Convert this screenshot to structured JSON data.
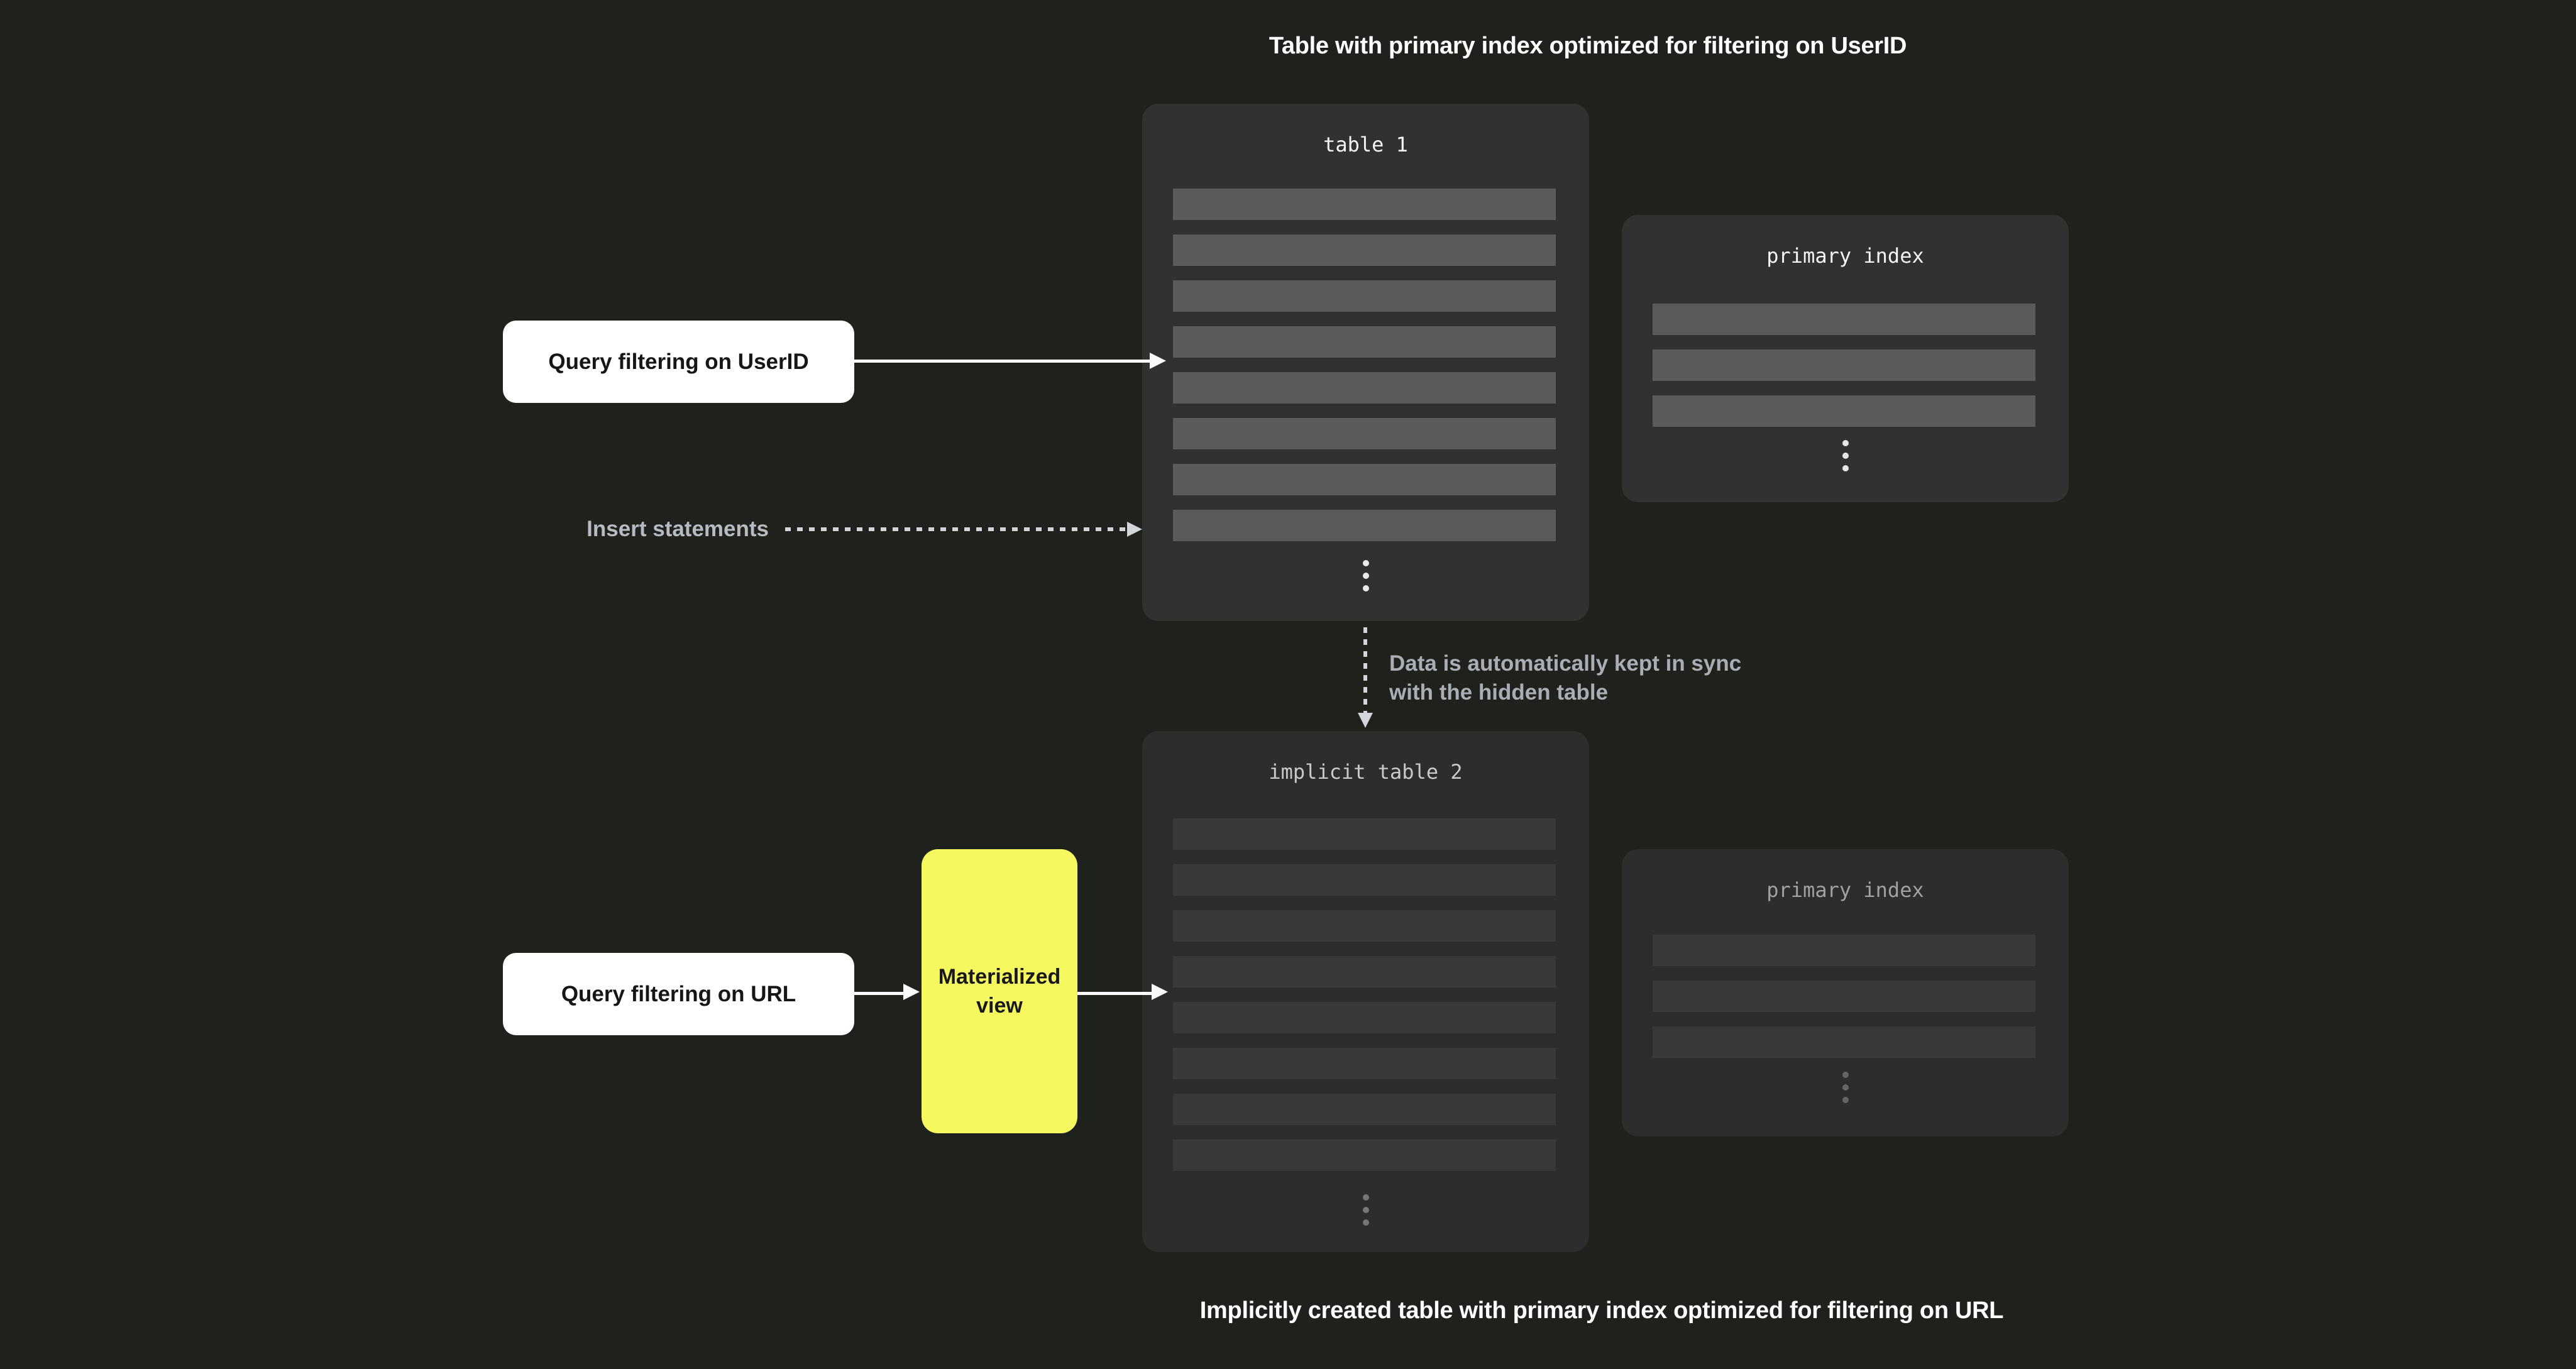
{
  "captions": {
    "top": "Table with primary index optimized for filtering on UserID",
    "bottom": "Implicitly created table with primary index optimized for filtering on URL"
  },
  "panels": {
    "table1": {
      "title": "table 1",
      "row_count": 8
    },
    "primary_index_top": {
      "title": "primary index",
      "row_count": 3
    },
    "implicit_table2": {
      "title": "implicit table 2",
      "row_count": 8
    },
    "primary_index_bottom": {
      "title": "primary index",
      "row_count": 3
    }
  },
  "nodes": {
    "query_userid": {
      "label": "Query filtering on UserID"
    },
    "query_url": {
      "label": "Query filtering on URL"
    },
    "materialized_view": {
      "label": "Materialized view"
    },
    "insert_statements": {
      "label": "Insert statements"
    },
    "sync_note": {
      "line1": "Data is automatically kept in sync",
      "line2": "with the hidden table"
    }
  },
  "colors": {
    "background": "#1f211c",
    "panel_top": "#313132",
    "panel_bottom": "#2e2d2e",
    "row_top": "#5c5b5c",
    "row_bottom": "#3a393a",
    "accent_yellow": "#f6f85f",
    "node_white": "#ffffff",
    "arrow_white": "#fafafa",
    "arrow_gray": "#d2d5d9",
    "text_muted": "#aeb2b8"
  }
}
